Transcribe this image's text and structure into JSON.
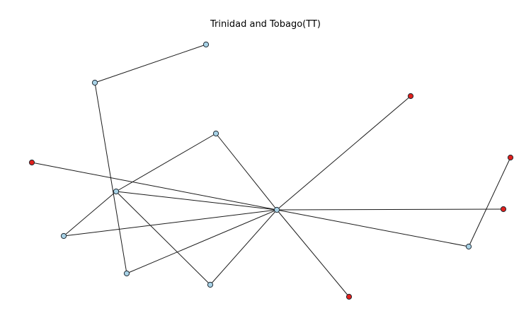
{
  "title": "Trinidad and Tobago(TT)",
  "colors": {
    "node_light": "#a8d2e6",
    "node_red": "#e0201c",
    "edge": "#1a1a1a",
    "background": "#ffffff"
  },
  "nodes": [
    {
      "id": "n0",
      "kind": "light"
    },
    {
      "id": "n1",
      "kind": "light"
    },
    {
      "id": "n2",
      "kind": "light"
    },
    {
      "id": "n3",
      "kind": "light"
    },
    {
      "id": "n4",
      "kind": "light"
    },
    {
      "id": "n5",
      "kind": "light"
    },
    {
      "id": "n6",
      "kind": "light"
    },
    {
      "id": "n7",
      "kind": "light"
    },
    {
      "id": "n8",
      "kind": "light"
    },
    {
      "id": "n9",
      "kind": "red"
    },
    {
      "id": "n10",
      "kind": "red"
    },
    {
      "id": "n11",
      "kind": "red"
    },
    {
      "id": "n12",
      "kind": "red"
    },
    {
      "id": "n13",
      "kind": "red"
    }
  ],
  "edges": [
    [
      "n0",
      "n1"
    ],
    [
      "n1",
      "n7"
    ],
    [
      "n2",
      "n3"
    ],
    [
      "n2",
      "n4"
    ],
    [
      "n3",
      "n5"
    ],
    [
      "n3",
      "n6"
    ],
    [
      "n3",
      "n8"
    ],
    [
      "n3",
      "n4"
    ],
    [
      "n3",
      "n7"
    ],
    [
      "n3",
      "n9"
    ],
    [
      "n3",
      "n10"
    ],
    [
      "n3",
      "n11"
    ],
    [
      "n3",
      "n12"
    ],
    [
      "n4",
      "n6"
    ],
    [
      "n4",
      "n8"
    ],
    [
      "n5",
      "n13"
    ]
  ]
}
